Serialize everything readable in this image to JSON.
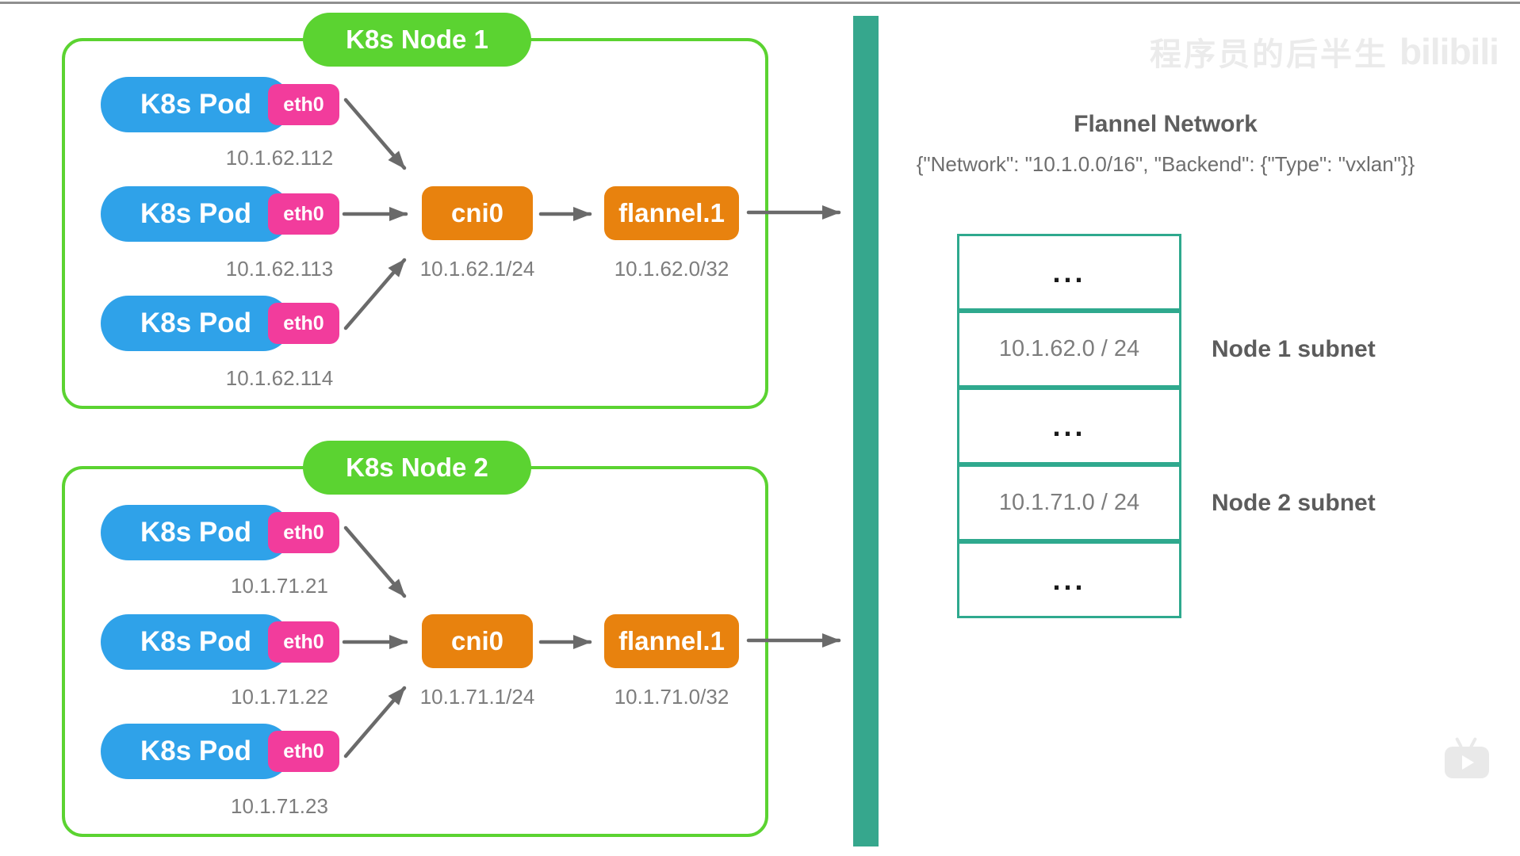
{
  "player": {
    "watermark_channel": "程序员的后半生",
    "watermark_logo": "bilibili"
  },
  "nodes": [
    {
      "title": "K8s Node 1",
      "pods": [
        {
          "label": "K8s Pod",
          "iface": "eth0",
          "ip": "10.1.62.112"
        },
        {
          "label": "K8s Pod",
          "iface": "eth0",
          "ip": "10.1.62.113"
        },
        {
          "label": "K8s Pod",
          "iface": "eth0",
          "ip": "10.1.62.114"
        }
      ],
      "bridge": {
        "label": "cni0",
        "cidr": "10.1.62.1/24"
      },
      "vtep": {
        "label": "flannel.1",
        "cidr": "10.1.62.0/32"
      }
    },
    {
      "title": "K8s Node 2",
      "pods": [
        {
          "label": "K8s Pod",
          "iface": "eth0",
          "ip": "10.1.71.21"
        },
        {
          "label": "K8s Pod",
          "iface": "eth0",
          "ip": "10.1.71.22"
        },
        {
          "label": "K8s Pod",
          "iface": "eth0",
          "ip": "10.1.71.23"
        }
      ],
      "bridge": {
        "label": "cni0",
        "cidr": "10.1.71.1/24"
      },
      "vtep": {
        "label": "flannel.1",
        "cidr": "10.1.71.0/32"
      }
    }
  ],
  "flannel": {
    "title": "Flannel Network",
    "config": "{\"Network\": \"10.1.0.0/16\", \"Backend\": {\"Type\": \"vxlan\"}}",
    "subnet_table": [
      "...",
      "10.1.62.0 / 24",
      "...",
      "10.1.71.0 / 24",
      "..."
    ],
    "row_labels": [
      "Node 1 subnet",
      "Node 2 subnet"
    ]
  },
  "colors": {
    "node_green": "#5bd331",
    "pod_blue": "#2fa2e9",
    "eth_pink": "#f23c9c",
    "device_orange": "#e8820e",
    "vxlan_teal": "#36a78d",
    "arrow_gray": "#6a6a6a",
    "text_gray": "#7d7d7d"
  }
}
